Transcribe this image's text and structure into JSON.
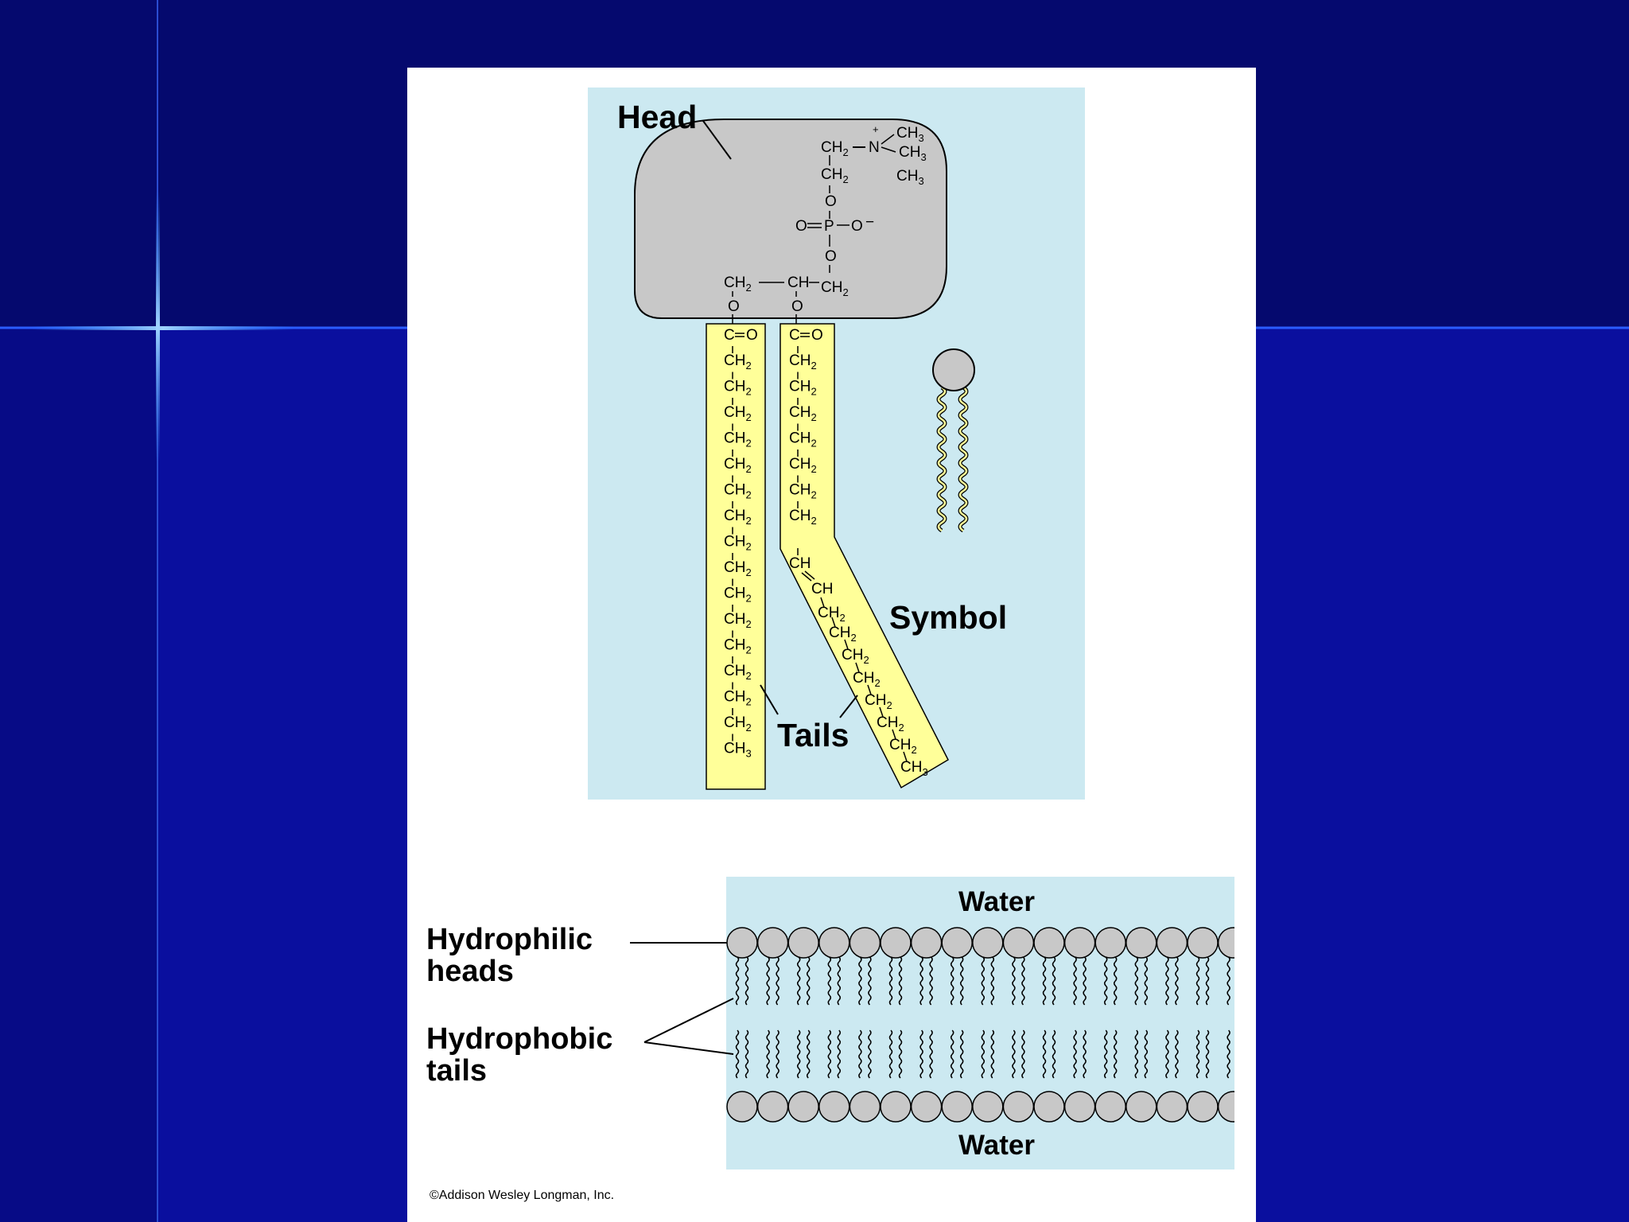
{
  "molecule": {
    "head_label": "Head",
    "tails_label": "Tails",
    "symbol_label": "Symbol",
    "choline": {
      "ch2": "CH",
      "sub2": "2",
      "n": "N",
      "plus": "+",
      "ch3": "CH",
      "sub3": "3"
    },
    "phosphate": {
      "o": "O",
      "p": "P",
      "minus": "−"
    },
    "glycerol": {
      "ch": "CH"
    },
    "ester": {
      "c": "C",
      "o": "O"
    },
    "unsaturated": {
      "ch": "CH"
    }
  },
  "bilayer": {
    "water_top": "Water",
    "water_bottom": "Water",
    "hydrophilic_line1": "Hydrophilic",
    "hydrophilic_line2": "heads",
    "hydrophobic_line1": "Hydrophobic",
    "hydrophobic_line2": "tails"
  },
  "copyright": "©Addison Wesley Longman, Inc.",
  "colors": {
    "slide_background": "#0a0f9e",
    "slide_dark_band": "#05096e",
    "panel_background": "#cce9f1",
    "head_gray": "#c8c8c8",
    "tail_yellow": "#ffff99",
    "figure_background": "#ffffff"
  }
}
